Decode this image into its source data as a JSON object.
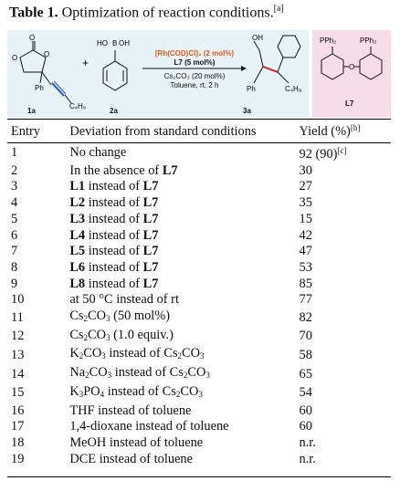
{
  "caption": {
    "label": "Table 1.",
    "text": "Optimization of reaction conditions.",
    "note": "[a]"
  },
  "scheme": {
    "compound_1a": "1a",
    "compound_2a": "2a",
    "compound_3a": "3a",
    "ligand_label": "L7",
    "ph_label": "Ph",
    "c4h9_label": "C₄H₉",
    "ph_product": "Ph",
    "c4h9_product": "C₄H₉",
    "boronic_ho": "HO",
    "boronic_b": "B",
    "boronic_oh": "OH",
    "product_oh": "OH",
    "pph2_left": "PPh₂",
    "pph2_right": "PPh₂",
    "ligand_o": "O",
    "catalyst": "[Rh(COD)Cl]₂ (2 mol%)",
    "ligand_line": "L7 (5 mol%)",
    "base": "Cs₂CO₃ (20 mol%)",
    "solvent": "Toluene, rt, 2 h"
  },
  "table": {
    "headers": {
      "entry": "Entry",
      "deviation": "Deviation from standard conditions",
      "yield": "Yield (%)",
      "yield_note": "[b]"
    },
    "rows": [
      {
        "entry": "1",
        "yield": "92 (90)",
        "yield_note": "[c]",
        "parts": [
          {
            "t": "No change"
          }
        ]
      },
      {
        "entry": "2",
        "yield": "30",
        "parts": [
          {
            "t": "In the absence of "
          },
          {
            "t": "L7",
            "b": true
          }
        ]
      },
      {
        "entry": "3",
        "yield": "27",
        "parts": [
          {
            "t": "L1",
            "b": true
          },
          {
            "t": " instead of "
          },
          {
            "t": "L7",
            "b": true
          }
        ]
      },
      {
        "entry": "4",
        "yield": "35",
        "parts": [
          {
            "t": "L2",
            "b": true
          },
          {
            "t": " instead of "
          },
          {
            "t": "L7",
            "b": true
          }
        ]
      },
      {
        "entry": "5",
        "yield": "15",
        "parts": [
          {
            "t": "L3",
            "b": true
          },
          {
            "t": " instead of "
          },
          {
            "t": "L7",
            "b": true
          }
        ]
      },
      {
        "entry": "6",
        "yield": "42",
        "parts": [
          {
            "t": "L4",
            "b": true
          },
          {
            "t": " instead of "
          },
          {
            "t": "L7",
            "b": true
          }
        ]
      },
      {
        "entry": "7",
        "yield": "47",
        "parts": [
          {
            "t": "L5",
            "b": true
          },
          {
            "t": " instead of "
          },
          {
            "t": "L7",
            "b": true
          }
        ]
      },
      {
        "entry": "8",
        "yield": "53",
        "parts": [
          {
            "t": "L6",
            "b": true
          },
          {
            "t": " instead of "
          },
          {
            "t": "L7",
            "b": true
          }
        ]
      },
      {
        "entry": "9",
        "yield": "85",
        "parts": [
          {
            "t": "L8",
            "b": true
          },
          {
            "t": " instead of "
          },
          {
            "t": "L7",
            "b": true
          }
        ]
      },
      {
        "entry": "10",
        "yield": "77",
        "parts": [
          {
            "t": "at 50 °C instead of rt"
          }
        ]
      },
      {
        "entry": "11",
        "yield": "82",
        "parts": [
          {
            "t": "Cs"
          },
          {
            "t": "2",
            "sub": true
          },
          {
            "t": "CO"
          },
          {
            "t": "3",
            "sub": true
          },
          {
            "t": " (50 mol%)"
          }
        ]
      },
      {
        "entry": "12",
        "yield": "70",
        "parts": [
          {
            "t": "Cs"
          },
          {
            "t": "2",
            "sub": true
          },
          {
            "t": "CO"
          },
          {
            "t": "3",
            "sub": true
          },
          {
            "t": " (1.0 equiv.)"
          }
        ]
      },
      {
        "entry": "13",
        "yield": "58",
        "parts": [
          {
            "t": "K"
          },
          {
            "t": "2",
            "sub": true
          },
          {
            "t": "CO"
          },
          {
            "t": "3",
            "sub": true
          },
          {
            "t": " instead of Cs"
          },
          {
            "t": "2",
            "sub": true
          },
          {
            "t": "CO"
          },
          {
            "t": "3",
            "sub": true
          }
        ]
      },
      {
        "entry": "14",
        "yield": "65",
        "parts": [
          {
            "t": "Na"
          },
          {
            "t": "2",
            "sub": true
          },
          {
            "t": "CO"
          },
          {
            "t": "3",
            "sub": true
          },
          {
            "t": " instead of Cs"
          },
          {
            "t": "2",
            "sub": true
          },
          {
            "t": "CO"
          },
          {
            "t": "3",
            "sub": true
          }
        ]
      },
      {
        "entry": "15",
        "yield": "54",
        "parts": [
          {
            "t": "K"
          },
          {
            "t": "3",
            "sub": true
          },
          {
            "t": "PO"
          },
          {
            "t": "4",
            "sub": true
          },
          {
            "t": " instead of Cs"
          },
          {
            "t": "2",
            "sub": true
          },
          {
            "t": "CO"
          },
          {
            "t": "3",
            "sub": true
          }
        ]
      },
      {
        "entry": "16",
        "yield": "60",
        "parts": [
          {
            "t": "THF instead of toluene"
          }
        ]
      },
      {
        "entry": "17",
        "yield": "60",
        "parts": [
          {
            "t": "1,4-dioxane instead of toluene"
          }
        ]
      },
      {
        "entry": "18",
        "yield": "n.r.",
        "parts": [
          {
            "t": "MeOH instead of toluene"
          }
        ]
      },
      {
        "entry": "19",
        "yield": "n.r.",
        "parts": [
          {
            "t": "DCE instead of toluene"
          }
        ]
      }
    ]
  }
}
